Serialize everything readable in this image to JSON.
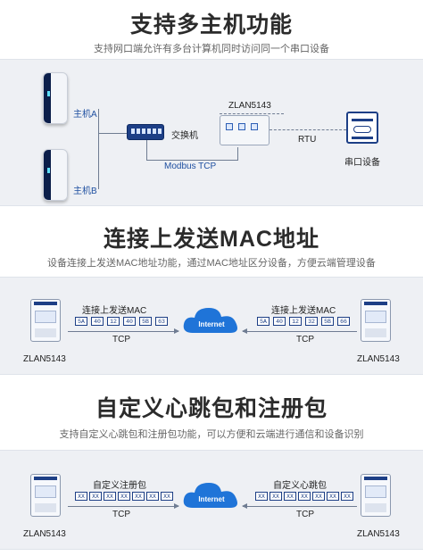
{
  "section1": {
    "title": "支持多主机功能",
    "subtitle": "支持网口端允许有多台计算机同时访问同一个串口设备",
    "host_a": "主机A",
    "host_b": "主机B",
    "switch_label": "交换机",
    "device": "ZLAN5143",
    "protocol": "Modbus TCP",
    "rtu": "RTU",
    "serial_device": "串口设备"
  },
  "section2": {
    "title": "连接上发送MAC地址",
    "subtitle": "设备连接上发送MAC地址功能，通过MAC地址区分设备，方便云端管理设备",
    "left_caption": "连接上发送MAC",
    "right_caption": "连接上发送MAC",
    "left_bytes": [
      "5A",
      "40",
      "12",
      "40",
      "5B",
      "63"
    ],
    "right_bytes": [
      "5A",
      "40",
      "12",
      "32",
      "5B",
      "66"
    ],
    "tcp_left": "TCP",
    "tcp_right": "TCP",
    "internet": "Internet",
    "left_device": "ZLAN5143",
    "right_device": "ZLAN5143"
  },
  "section3": {
    "title": "自定义心跳包和注册包",
    "subtitle": "支持自定义心跳包和注册包功能，可以方便和云端进行通信和设备识别",
    "left_caption": "自定义注册包",
    "right_caption": "自定义心跳包",
    "left_bytes": [
      "XX",
      "XX",
      "XX",
      "XX",
      "XX",
      "XX",
      "XX"
    ],
    "right_bytes": [
      "XX",
      "XX",
      "XX",
      "XX",
      "XX",
      "XX",
      "XX"
    ],
    "tcp_left": "TCP",
    "tcp_right": "TCP",
    "internet": "Internet",
    "left_device": "ZLAN5143",
    "right_device": "ZLAN5143"
  },
  "colors": {
    "accent": "#1d3f86",
    "cloud": "#1f74d8",
    "band": "#eef0f4"
  }
}
